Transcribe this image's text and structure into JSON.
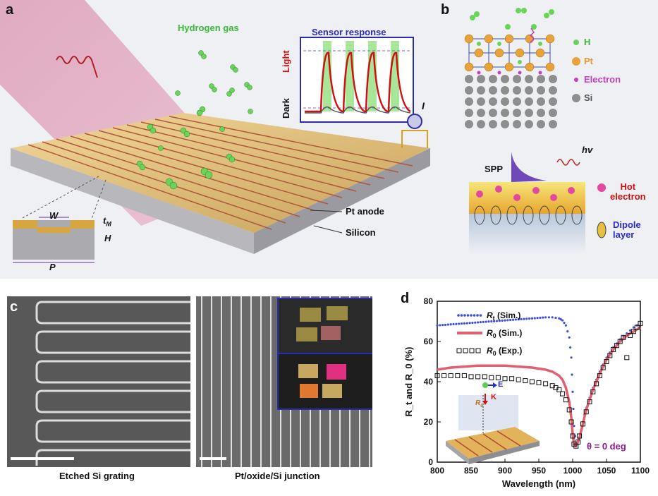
{
  "panel_a": {
    "label": "a",
    "gas_label": "Hydrogen gas",
    "response_title": "Sensor response",
    "light_label": "Light",
    "dark_label": "Dark",
    "current_label": "I",
    "pt_anode_label": "Pt anode",
    "silicon_label": "Silicon",
    "w_label": "W",
    "tm_label": "t",
    "tm_sub": "M",
    "h_label": "H",
    "p_label": "P"
  },
  "panel_b": {
    "label": "b",
    "legend_h": "H",
    "legend_pt": "Pt",
    "legend_electron": "Electron",
    "legend_si": "Si",
    "spp_label": "SPP",
    "hv_label": "hv",
    "hot_electron_label_1": "Hot",
    "hot_electron_label_2": "electron",
    "dipole_label_1": "Dipole",
    "dipole_label_2": "layer",
    "colors": {
      "h": "#5ecb4a",
      "pt": "#e8a33a",
      "electron": "#c23fc2",
      "si": "#8a8a8a"
    }
  },
  "panel_c": {
    "label": "c",
    "caption_left": "Etched Si grating",
    "caption_right": "Pt/oxide/Si junction"
  },
  "panel_d": {
    "label": "d",
    "inset_e": "E",
    "inset_k": "K",
    "inset_r0": "R",
    "inset_r0_sub": "0",
    "theta_label": "θ = 0 deg",
    "chart_data": {
      "type": "line",
      "xlabel": "Wavelength (nm)",
      "ylabel": "R_t and R_0 (%)",
      "xlim": [
        800,
        1100
      ],
      "ylim": [
        0,
        80
      ],
      "xticks": [
        "800",
        "850",
        "900",
        "950",
        "1000",
        "1050",
        "1100"
      ],
      "yticks": [
        "0",
        "20",
        "40",
        "60",
        "80"
      ],
      "legend_position": "top-left",
      "legend": [
        {
          "main": "R",
          "sub": "t",
          "suffix": "(Sim.)"
        },
        {
          "main": "R",
          "sub": "0",
          "suffix": "(Sim.)"
        },
        {
          "main": "R",
          "sub": "0",
          "suffix": "(Exp.)"
        }
      ],
      "series": [
        {
          "name": "Rt (Sim.)",
          "style": "dotted",
          "color": "#3a4fe0",
          "x": [
            800,
            820,
            840,
            860,
            880,
            900,
            920,
            940,
            960,
            970,
            980,
            985,
            990,
            995,
            998,
            1000,
            1002,
            1005,
            1010,
            1015,
            1020,
            1030,
            1040,
            1050,
            1060,
            1070,
            1080,
            1090,
            1100
          ],
          "y": [
            68,
            68.5,
            69,
            69.5,
            70,
            70.5,
            71,
            71.5,
            72,
            72,
            71.5,
            70.5,
            68,
            62,
            52,
            35,
            18,
            8,
            12,
            20,
            27,
            37,
            45,
            52,
            57,
            61,
            64,
            67,
            69
          ]
        },
        {
          "name": "R0 (Sim.)",
          "style": "solid",
          "color": "#e0606e",
          "x": [
            800,
            820,
            840,
            860,
            880,
            900,
            920,
            940,
            960,
            970,
            980,
            985,
            990,
            995,
            998,
            1000,
            1002,
            1005,
            1010,
            1015,
            1020,
            1030,
            1040,
            1050,
            1060,
            1070,
            1080,
            1090,
            1100
          ],
          "y": [
            46,
            47,
            47.5,
            48,
            48,
            48,
            47.5,
            47,
            46,
            45,
            43,
            41,
            37,
            30,
            22,
            14,
            9,
            8,
            12,
            19,
            26,
            36,
            44,
            51,
            56,
            60,
            63,
            65,
            67
          ]
        },
        {
          "name": "R0 (Exp.)",
          "style": "open-square",
          "color": "#111111",
          "x": [
            800,
            810,
            820,
            830,
            840,
            850,
            860,
            870,
            880,
            890,
            900,
            910,
            920,
            930,
            940,
            950,
            960,
            970,
            975,
            980,
            985,
            990,
            995,
            998,
            1000,
            1002,
            1005,
            1008,
            1010,
            1015,
            1020,
            1025,
            1030,
            1035,
            1040,
            1045,
            1050,
            1055,
            1060,
            1065,
            1070,
            1075,
            1080,
            1085,
            1090,
            1095,
            1100
          ],
          "y": [
            43,
            43,
            43,
            43,
            43,
            42.5,
            42.5,
            42.5,
            42,
            42,
            41.5,
            41.5,
            41,
            40.5,
            40,
            39.5,
            39,
            38,
            37,
            36,
            34,
            31,
            26,
            20,
            13,
            9,
            8,
            10,
            13,
            19,
            25,
            30,
            35,
            39,
            43,
            47,
            50,
            53,
            56,
            58,
            60,
            62,
            52,
            63,
            65,
            67,
            69
          ]
        }
      ]
    }
  }
}
